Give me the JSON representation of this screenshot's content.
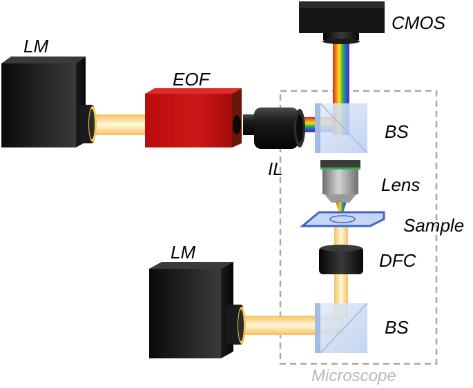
{
  "labels": {
    "cmos": "CMOS",
    "lm_top": "LM",
    "eof": "EOF",
    "bs_top": "BS",
    "il": "IL",
    "lens": "Lens",
    "sample": "Sample",
    "lm_bottom": "LM",
    "dfc": "DFC",
    "bs_bottom": "BS",
    "microscope": "Microscope"
  },
  "colors": {
    "lamp_body": "#1a1a1a",
    "filter_body": "#c41010",
    "beam_white": "#f9e08a",
    "box_outline": "#a8a8a8",
    "sample_stage": "#3f63c8",
    "splitter": "#c9d9f2"
  }
}
